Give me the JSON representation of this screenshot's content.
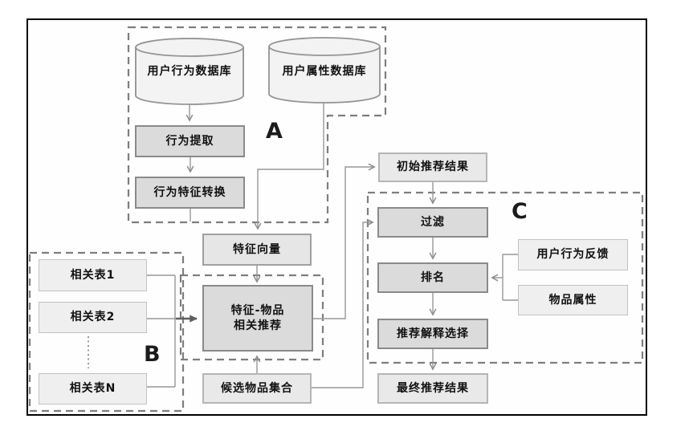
{
  "nodes": {
    "user_behavior_db": "用户行为数据库",
    "user_attr_db": "用户属性数据库",
    "behavior_extract": "行为提取",
    "behavior_feature_convert": "行为特征转换",
    "feature_vector": "特征向量",
    "feature_item_rec_line1": "特征-物品",
    "feature_item_rec_line2": "相关推荐",
    "candidate_set": "候选物品集合",
    "table1": "相关表1",
    "table2": "相关表2",
    "tableN": "相关表N",
    "initial_result": "初始推荐结果",
    "filter": "过滤",
    "ranking": "排名",
    "explanation_select": "推荐解释选择",
    "final_result": "最终推荐结果",
    "user_feedback": "用户行为反馈",
    "item_attr": "物品属性"
  },
  "section_labels": {
    "a": "A",
    "b": "B",
    "c": "C"
  },
  "colors": {
    "frame": "#000000",
    "dashed_region": "#7e7e7e",
    "connector": "#979797",
    "bold_connector": "#606060",
    "mid_box_fill": "#dbdbdb",
    "mid_box_border": "#8a8a8a",
    "light_box_fill": "#e9e9e9",
    "very_light_box_fill": "#efefef",
    "cylinder_fill": "#f3f3f3",
    "cylinder_stroke": "#949494"
  }
}
